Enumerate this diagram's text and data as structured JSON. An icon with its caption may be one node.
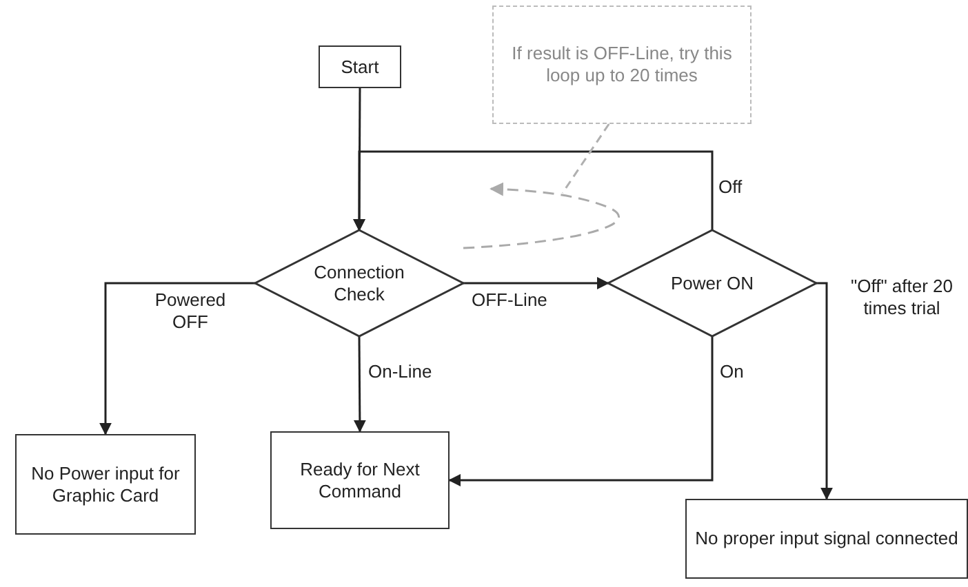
{
  "diagram": {
    "nodes": [
      {
        "text": [
          "Start"
        ]
      },
      {
        "text": [
          "Connection Check"
        ]
      },
      {
        "text": [
          "Power ON"
        ]
      },
      {
        "text": [
          "No Power input for Graphic Card"
        ]
      },
      {
        "text": [
          "Ready for Next Command"
        ]
      },
      {
        "text": [
          "No proper input signal connected"
        ]
      },
      {
        "text": [
          "If result is OFF-Line, try this loop up to 20 times"
        ]
      }
    ],
    "edges": [
      {
        "from": 0,
        "to": 1,
        "arrow": "to"
      },
      {
        "from": 2,
        "to": 1,
        "arrow": "to",
        "label": "Off"
      },
      {
        "from": 1,
        "to": 3,
        "arrow": "to",
        "label": "Powered OFF"
      },
      {
        "from": 1,
        "to": 4,
        "arrow": "to",
        "label": "On-Line"
      },
      {
        "from": 1,
        "to": 2,
        "arrow": "to",
        "label": "OFF-Line"
      },
      {
        "from": 2,
        "to": 4,
        "arrow": "to",
        "label": "On"
      },
      {
        "from": 2,
        "to": 5,
        "arrow": "to",
        "label": "\"Off\" after 20 times trial"
      },
      {
        "from": 6,
        "to": null,
        "arrow": "none",
        "style": "dashed",
        "color": "#b0b0b0"
      }
    ]
  }
}
